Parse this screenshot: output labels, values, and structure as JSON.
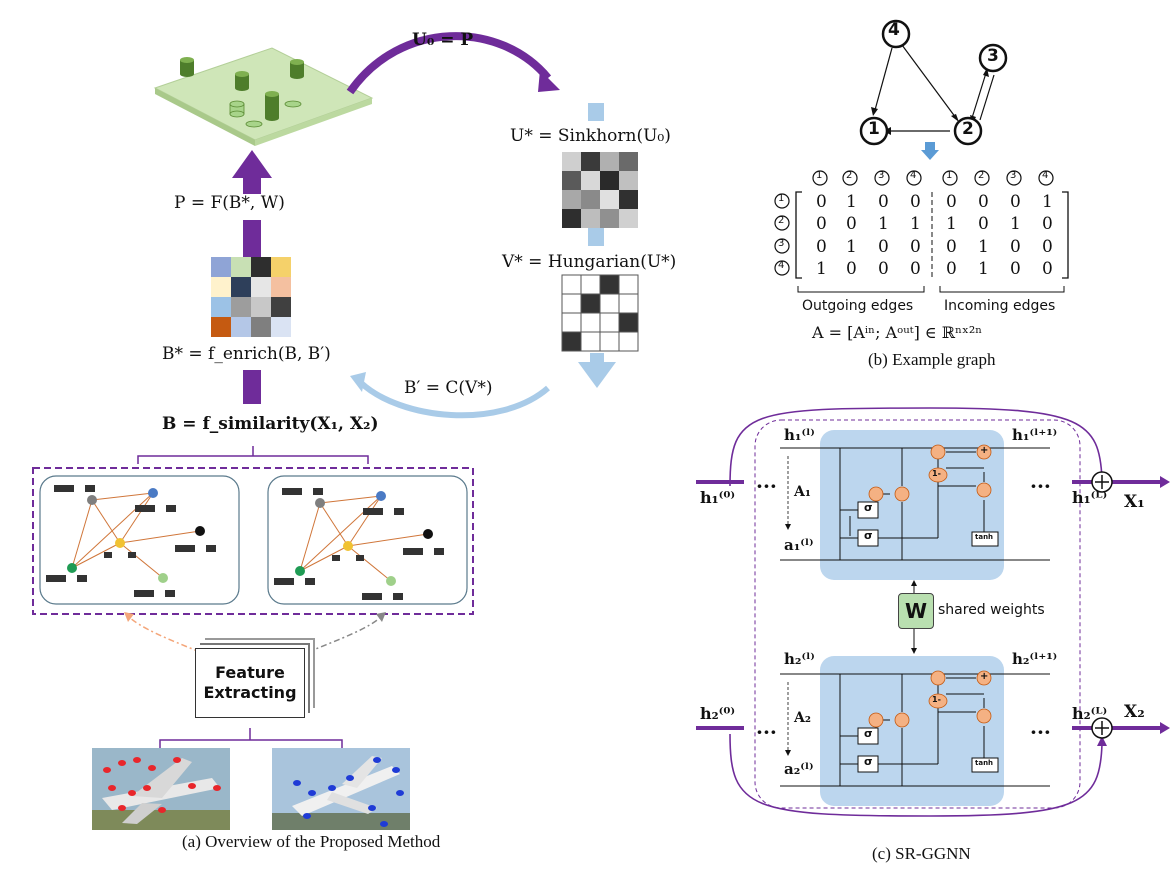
{
  "panel_a": {
    "u0_eq_p": "U₀ = P",
    "p_eq": "P = F(B*, W)",
    "u_star": "U* = Sinkhorn(U₀)",
    "v_star": "V* = Hungarian(U*)",
    "b_star": "B* = f_enrich(B, B′)",
    "b_prime": "B′ = C(V*)",
    "b_sim": "B = f_similarity(X₁, X₂)",
    "feature_line1": "Feature",
    "feature_line2": "Extracting",
    "node_ellipsis": "...",
    "caption": "(a) Overview of the Proposed Method"
  },
  "panel_b": {
    "nodes": [
      "1",
      "2",
      "3",
      "4"
    ],
    "matrix_col_headers": [
      "1",
      "2",
      "3",
      "4",
      "1",
      "2",
      "3",
      "4"
    ],
    "matrix_row_headers": [
      "1",
      "2",
      "3",
      "4"
    ],
    "matrix_rows": [
      [
        "0",
        "1",
        "0",
        "0",
        "0",
        "0",
        "0",
        "1"
      ],
      [
        "0",
        "0",
        "1",
        "1",
        "1",
        "0",
        "1",
        "0"
      ],
      [
        "0",
        "1",
        "0",
        "0",
        "0",
        "1",
        "0",
        "0"
      ],
      [
        "1",
        "0",
        "0",
        "0",
        "0",
        "1",
        "0",
        "0"
      ]
    ],
    "outgoing_label": "Outgoing edges",
    "incoming_label": "Incoming edges",
    "a_eq": "A = [Aⁱⁿ; Aᵒᵘᵗ] ∈ ℝⁿˣ²ⁿ",
    "caption": "(b) Example graph"
  },
  "panel_c": {
    "h1_l": "h₁⁽ˡ⁾",
    "h1_l1": "h₁⁽ˡ⁺¹⁾",
    "h1_0": "h₁⁽⁰⁾",
    "h1_L": "h₁⁽ᴸ⁾",
    "x1": "X₁",
    "a1_lbl": "A₁",
    "a1_l": "a₁⁽ˡ⁾",
    "h2_l": "h₂⁽ˡ⁾",
    "h2_l1": "h₂⁽ˡ⁺¹⁾",
    "h2_0": "h₂⁽⁰⁾",
    "h2_L": "h₂⁽ᴸ⁾",
    "x2": "X₂",
    "a2_lbl": "A₂",
    "a2_l": "a₂⁽ˡ⁾",
    "ellipsis": "···",
    "sigma": "σ",
    "tanh": "tanh",
    "one_minus": "1-",
    "plus": "+",
    "w": "W",
    "shared_weights": "shared weights",
    "caption": "(c) SR-GGNN"
  },
  "colors": {
    "purple": "#6f2c9a",
    "light_blue": "#a9cbe8",
    "gru_fill": "#bcd6ee",
    "orange_gate": "#f4b183",
    "green_plane": "#cfe6b8",
    "cylinder": "#5a8a33"
  }
}
